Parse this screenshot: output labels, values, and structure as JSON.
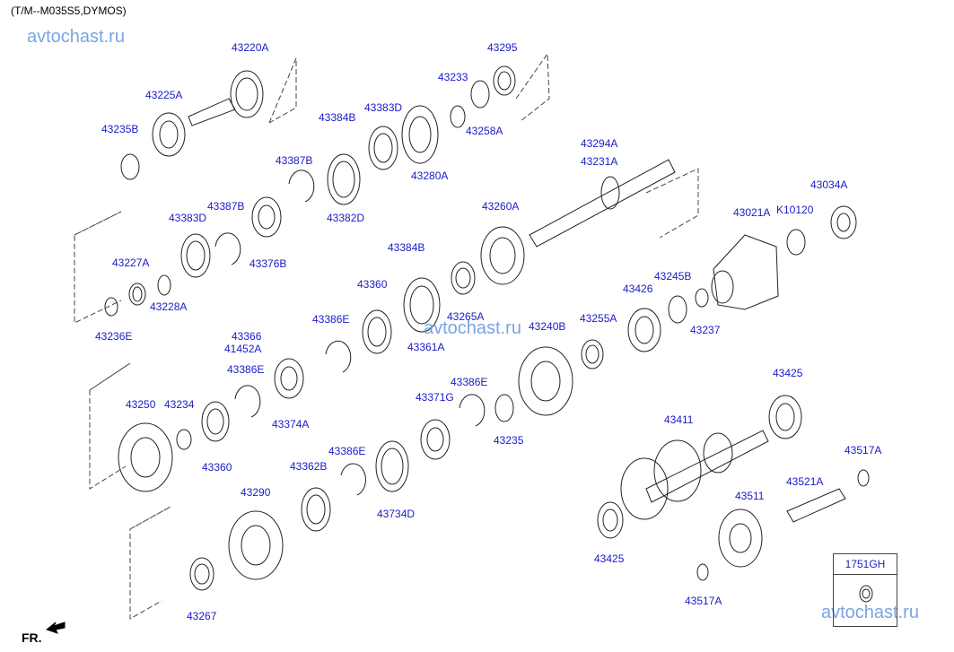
{
  "header": {
    "title": "(T/M--M035S5,DYMOS)",
    "watermark": "avtochast.ru"
  },
  "front_indicator": "FR.",
  "inset_box": {
    "label": "1751GH"
  },
  "parts": [
    {
      "id": "p1",
      "label": "43220A"
    },
    {
      "id": "p2",
      "label": "43225A"
    },
    {
      "id": "p3",
      "label": "43235B"
    },
    {
      "id": "p4",
      "label": "43295"
    },
    {
      "id": "p5",
      "label": "43233"
    },
    {
      "id": "p6",
      "label": "43258A"
    },
    {
      "id": "p7",
      "label": "43383D"
    },
    {
      "id": "p8",
      "label": "43384B"
    },
    {
      "id": "p9",
      "label": "43280A"
    },
    {
      "id": "p10",
      "label": "43387B"
    },
    {
      "id": "p11",
      "label": "43382D"
    },
    {
      "id": "p12",
      "label": "43294A"
    },
    {
      "id": "p13",
      "label": "43231A"
    },
    {
      "id": "p14",
      "label": "43387B"
    },
    {
      "id": "p15",
      "label": "43383D"
    },
    {
      "id": "p16",
      "label": "43376B"
    },
    {
      "id": "p17",
      "label": "43260A"
    },
    {
      "id": "p18",
      "label": "43021A"
    },
    {
      "id": "p19",
      "label": "K10120"
    },
    {
      "id": "p20",
      "label": "43034A"
    },
    {
      "id": "p21",
      "label": "43227A"
    },
    {
      "id": "p22",
      "label": "43228A"
    },
    {
      "id": "p23",
      "label": "43236E"
    },
    {
      "id": "p24",
      "label": "43384B"
    },
    {
      "id": "p25",
      "label": "43360"
    },
    {
      "id": "p26",
      "label": "43265A"
    },
    {
      "id": "p27",
      "label": "43245B"
    },
    {
      "id": "p28",
      "label": "43426"
    },
    {
      "id": "p29",
      "label": "43237"
    },
    {
      "id": "p30",
      "label": "43366"
    },
    {
      "id": "p31",
      "label": "41452A"
    },
    {
      "id": "p32",
      "label": "43386E"
    },
    {
      "id": "p33",
      "label": "43361A"
    },
    {
      "id": "p34",
      "label": "43240B"
    },
    {
      "id": "p35",
      "label": "43255A"
    },
    {
      "id": "p36",
      "label": "43386E"
    },
    {
      "id": "p37",
      "label": "43374A"
    },
    {
      "id": "p38",
      "label": "43250"
    },
    {
      "id": "p39",
      "label": "43234"
    },
    {
      "id": "p40",
      "label": "43360"
    },
    {
      "id": "p41",
      "label": "43386E"
    },
    {
      "id": "p42",
      "label": "43371G"
    },
    {
      "id": "p43",
      "label": "43235"
    },
    {
      "id": "p44",
      "label": "43425"
    },
    {
      "id": "p45",
      "label": "43411"
    },
    {
      "id": "p46",
      "label": "43386E"
    },
    {
      "id": "p47",
      "label": "43362B"
    },
    {
      "id": "p48",
      "label": "43734D"
    },
    {
      "id": "p49",
      "label": "43290"
    },
    {
      "id": "p50",
      "label": "43517A"
    },
    {
      "id": "p51",
      "label": "43521A"
    },
    {
      "id": "p52",
      "label": "43511"
    },
    {
      "id": "p53",
      "label": "43425"
    },
    {
      "id": "p54",
      "label": "43267"
    },
    {
      "id": "p55",
      "label": "43517A"
    }
  ]
}
